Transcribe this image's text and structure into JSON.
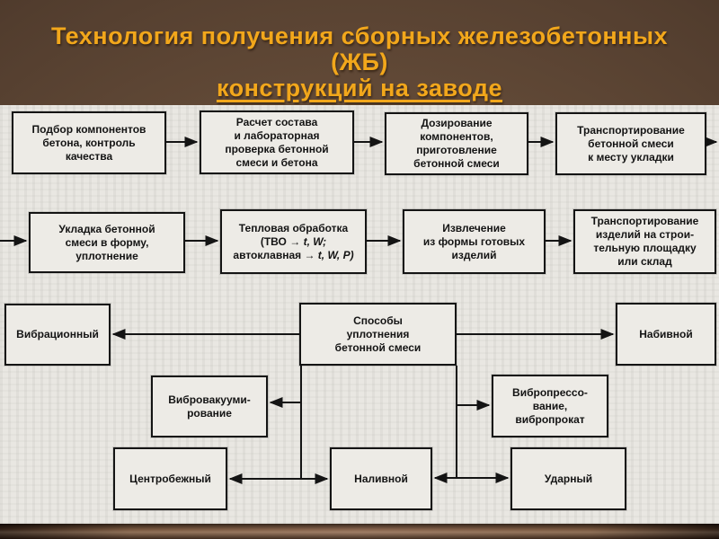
{
  "title": {
    "line1": "Технология получения сборных железобетонных",
    "line2": "(ЖБ)",
    "line3": "конструкций на заводе"
  },
  "process": {
    "row1": [
      "Подбор компонентов\nбетона, контроль\nкачества",
      "Расчет состава\nи лабораторная\nпроверка бетонной\nсмеси и бетона",
      "Дозирование\nкомпонентов,\nприготовление\nбетонной смеси",
      "Транспортирование\nбетонной смеси\nк месту укладки"
    ],
    "placing": "Укладка бетонной\nсмеси в форму,\nуплотнение",
    "heat": {
      "line1": "Тепловая обработка",
      "line2_pre": "(ТВО →",
      "line2_italic": "t, W;",
      "line3_pre": "автоклавная →",
      "line3_italic": "t, W, P)"
    },
    "demolding": "Извлечение\nиз формы готовых\nизделий",
    "transport_out": "Транспортирование\nизделий на строи-\nтельную площадку\nили склад"
  },
  "compaction": {
    "hub": "Способы\nуплотнения\nбетонной смеси",
    "vibration": "Вибрационный",
    "ramming": "Набивной",
    "vibrovacuum": "Вибровакууми-\nрование",
    "vibropressing": "Вибропрессо-\nвание,\nвибропрокат",
    "centrifugal": "Центробежный",
    "casting": "Наливной",
    "impact": "Ударный"
  },
  "colors": {
    "title_text": "#F2A71B",
    "background_brown": "#6B513C",
    "paper": "#E9E7E2",
    "box_border": "#141414",
    "box_text": "#141414"
  }
}
